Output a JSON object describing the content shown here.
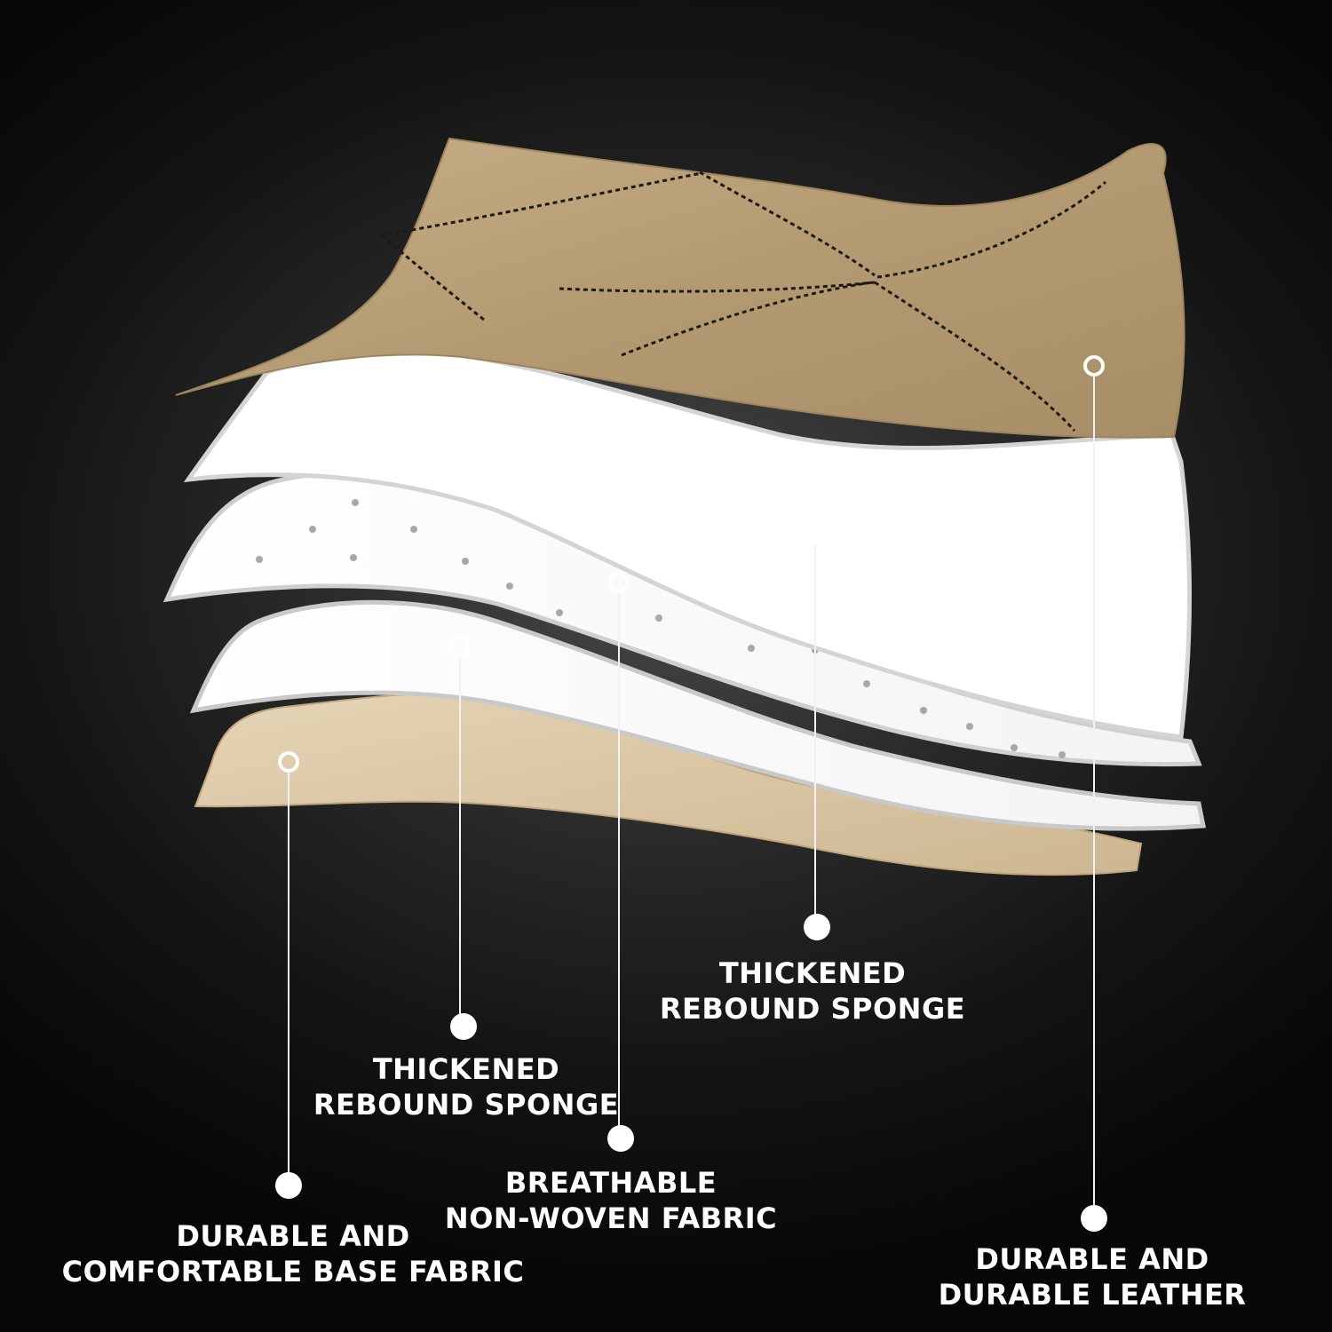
{
  "callouts": [
    {
      "id": "leather",
      "lines": [
        "DURABLE AND",
        "DURABLE LEATHER"
      ]
    },
    {
      "id": "sponge-top",
      "lines": [
        "THICKENED",
        "REBOUND SPONGE"
      ]
    },
    {
      "id": "nonwoven",
      "lines": [
        "BREATHABLE",
        "NON-WOVEN FABRIC"
      ]
    },
    {
      "id": "sponge-bottom",
      "lines": [
        "THICKENED",
        "REBOUND SPONGE"
      ]
    },
    {
      "id": "base",
      "lines": [
        "DURABLE AND",
        "COMFORTABLE BASE FABRIC"
      ]
    }
  ],
  "colors": {
    "leather": "#b89f78",
    "leather_stitch": "#1e1912",
    "sponge": "#ffffff",
    "sponge_edge": "#c9c9c9",
    "base_fabric": "#dcc8a8",
    "line": "#f2f2f2"
  }
}
